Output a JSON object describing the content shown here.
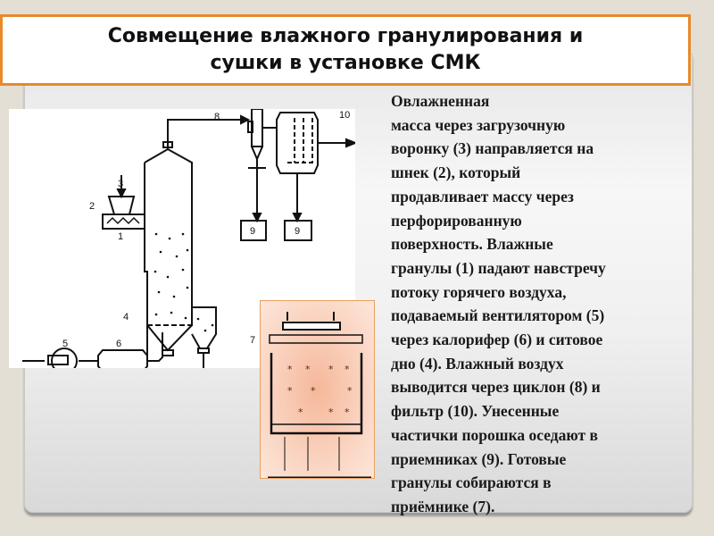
{
  "slide": {
    "title": "Совмещение  влажного  гранулирования и\nсушки в установке СМК",
    "description_lines": [
      "Овлажненная",
      "масса через загрузочную",
      "воронку (3) направляется на",
      "шнек (2), который",
      "продавливает массу через",
      "перфорированную",
      "поверхность. Влажные",
      "гранулы (1) падают  навстречу",
      "потоку горячего воздуха,",
      "подаваемый вентилятором  (5)",
      "через калорифер (6) и ситовое",
      "дно (4). Влажный воздух",
      "выводится через циклон (8) и",
      "фильтр (10). Унесенные",
      "частички порошка оседают в",
      "приемниках (9). Готовые",
      "гранулы собираются в",
      "приёмнике  (7)."
    ]
  },
  "diagram": {
    "labels": [
      "1",
      "2",
      "3",
      "4",
      "5",
      "6",
      "7",
      "8",
      "9",
      "9",
      "10"
    ]
  },
  "colors": {
    "accent": "#e8892b",
    "background": "#e4dfd4",
    "detail_fill": "#f8c7b0"
  }
}
